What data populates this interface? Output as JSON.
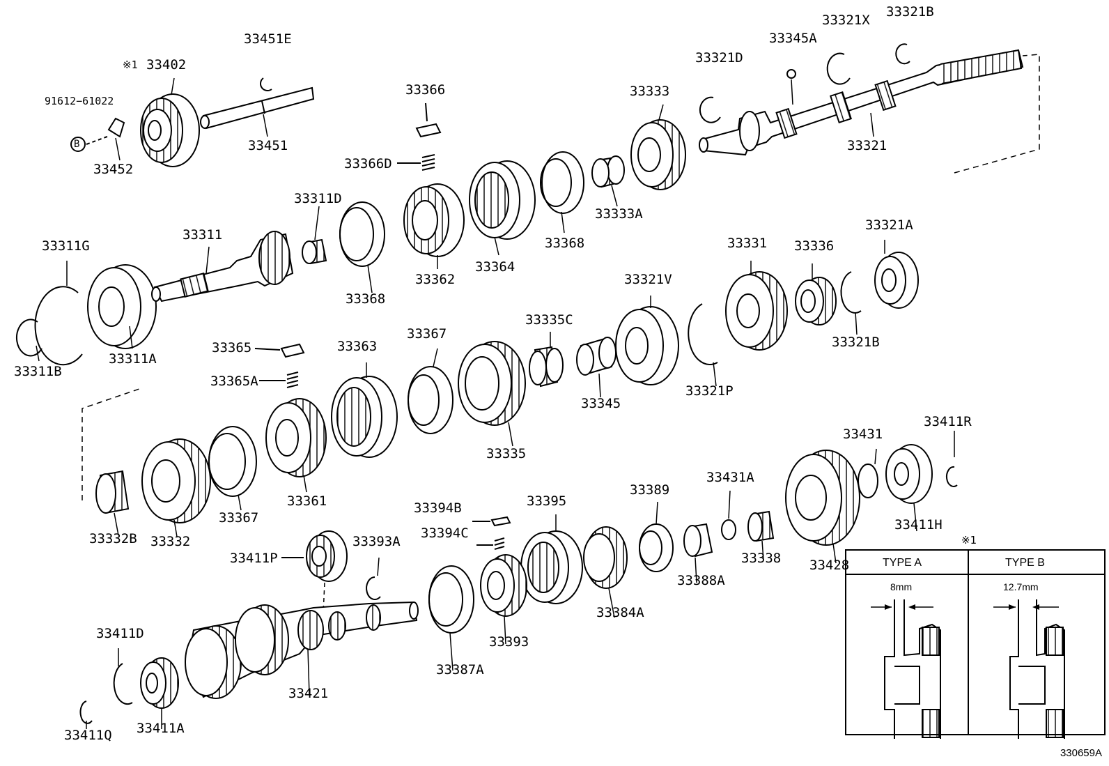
{
  "labels": {
    "p33451E": "33451E",
    "p33402": "33402",
    "mark1": "※1",
    "p91612": "91612−61022",
    "badgeB": "B",
    "p33452": "33452",
    "p33451": "33451",
    "p33366": "33366",
    "p33366D": "33366D",
    "p33333": "33333",
    "p33321D": "33321D",
    "p33345A": "33345A",
    "p33321X": "33321X",
    "p33321B_top": "33321B",
    "p33321": "33321",
    "p33333A": "33333A",
    "p33368_top": "33368",
    "p33364": "33364",
    "p33362": "33362",
    "p33311D": "33311D",
    "p33311": "33311",
    "p33311G": "33311G",
    "p33311A": "33311A",
    "p33311B": "33311B",
    "p33368_mid": "33368",
    "p33331": "33331",
    "p33336": "33336",
    "p33321A": "33321A",
    "p33321V": "33321V",
    "p33335C": "33335C",
    "p33321B_mid": "33321B",
    "p33321P": "33321P",
    "p33345": "33345",
    "p33365": "33365",
    "p33365A": "33365A",
    "p33363": "33363",
    "p33367_top": "33367",
    "p33335": "33335",
    "p33332B": "33332B",
    "p33332": "33332",
    "p33367_bot": "33367",
    "p33361": "33361",
    "p33431": "33431",
    "p33411R": "33411R",
    "p33431A": "33431A",
    "p33389": "33389",
    "p33395": "33395",
    "p33394B": "33394B",
    "p33394C": "33394C",
    "p33411H": "33411H",
    "p33428": "33428",
    "p33338": "33338",
    "p33388A": "33388A",
    "p33384A": "33384A",
    "p33393A": "33393A",
    "p33411P": "33411P",
    "p33393": "33393",
    "p33387A": "33387A",
    "p33411D": "33411D",
    "p33421": "33421",
    "p33411Q": "33411Q",
    "p33411A": "33411A"
  },
  "inset": {
    "mark": "※1",
    "type_a": "TYPE A",
    "type_b": "TYPE B",
    "dim_a": "8mm",
    "dim_b": "12.7mm"
  },
  "drawing_code": "330659A"
}
